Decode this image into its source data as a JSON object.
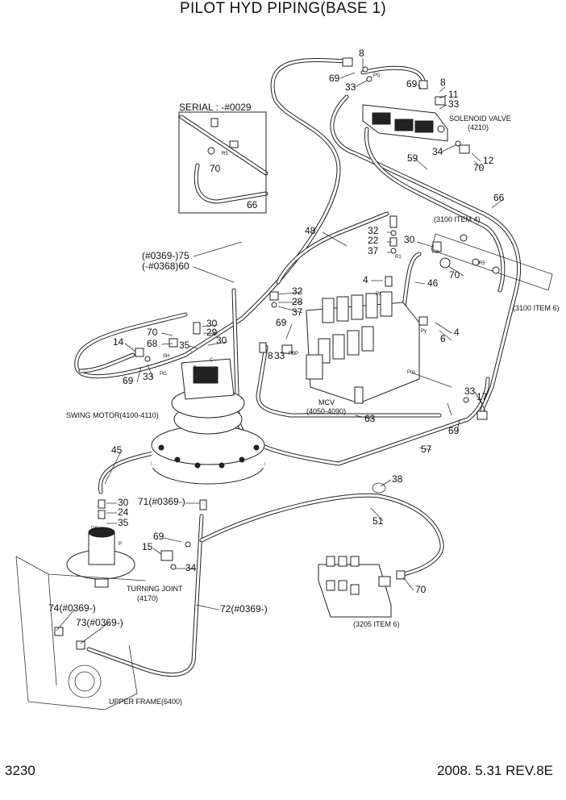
{
  "header": {
    "title": "PILOT HYD PIPING(BASE 1)"
  },
  "footer": {
    "page": "3230",
    "date_rev": "2008. 5.31  REV.8E"
  },
  "serial_box": {
    "label": "SERIAL : -#0029",
    "part_70": "70",
    "part_66": "66",
    "port_r5": "R5"
  },
  "components": {
    "solenoid_valve": "SOLENOID VALVE",
    "solenoid_valve_ref": "(4210)",
    "mcv": "MCV",
    "mcv_ref": "(4050-4090)",
    "swing_motor": "SWING MOTOR(4100-4110)",
    "turning_joint": "TURNING JOINT",
    "turning_joint_ref": "(4170)",
    "upper_frame": "UPPER FRAME(6400)",
    "item_3100_4": "(3100 ITEM 4)",
    "item_3100_6": "(3100 ITEM 6)",
    "item_3205_6": "(3205 ITEM 6)",
    "serial_75": "(#0369-)75",
    "serial_60": "(-#0368)60",
    "part_71": "71(#0369-)",
    "part_72": "72(#0369-)",
    "part_73": "73(#0369-)",
    "part_74": "74(#0369-)"
  },
  "ports": {
    "pg_top": "PG",
    "r1": "R1",
    "r8": "R8",
    "r5": "R5",
    "px": "Px",
    "py": "Py",
    "pbp": "PBP",
    "pns": "Pns",
    "sh": "SH",
    "pg_motor": "PG",
    "dr": "DR",
    "p": "P",
    "b": "B",
    "c": "C"
  },
  "part_numbers": {
    "n8_top": "8",
    "n69_top": "69",
    "n33_top": "33",
    "n69_sv": "69",
    "n8_sv": "8",
    "n11": "11",
    "n33_sv": "33",
    "n34_sv": "34",
    "n12": "12",
    "n70_sv": "70",
    "n59": "59",
    "n66_right": "66",
    "n48": "48",
    "n32_a": "32",
    "n22": "22",
    "n37_a": "37",
    "n30_r8": "30",
    "n70_r8": "70",
    "n46": "46",
    "n4_left": "4",
    "n32_b": "32",
    "n28": "28",
    "n37_b": "37",
    "n69_mcv": "69",
    "n4_right": "4",
    "n6": "6",
    "n8_mcv": "8",
    "n33_mcv": "33",
    "n70_motor": "70",
    "n68": "68",
    "n35_motor": "35",
    "n30_m1": "30",
    "n29": "29",
    "n30_m2": "30",
    "n14": "14",
    "n69_left": "69",
    "n33_left": "33",
    "n33_17": "33",
    "n17": "17",
    "n69_pns": "69",
    "n63": "63",
    "n57": "57",
    "n45": "45",
    "n30_tj": "30",
    "n24": "24",
    "n35_tj": "35",
    "n69_71": "69",
    "n15": "15",
    "n34_tj": "34",
    "n38": "38",
    "n51": "51",
    "n70_bottom": "70"
  }
}
